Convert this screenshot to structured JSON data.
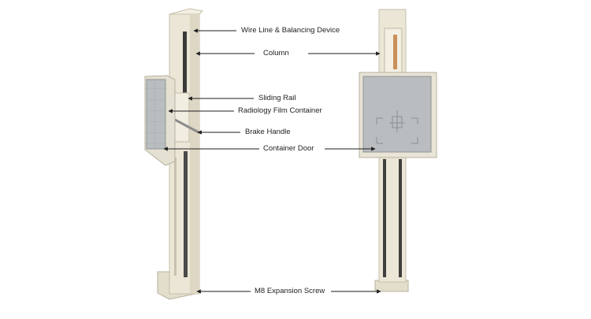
{
  "labels": {
    "wire_line": "Wire Line & Balancing Device",
    "column": "Column",
    "sliding_rail": "Sliding Rail",
    "film_container": "Radiology Film Container",
    "brake_handle": "Brake Handle",
    "container_door": "Container Door",
    "expansion_screw": "M8 Expansion Screw"
  },
  "colors": {
    "stand_body": "#ebe6d6",
    "stand_shadow": "#cfc9b6",
    "rail_dark": "#3a3a3a",
    "panel_gray": "#b9bdbf",
    "line": "#1e1e1e"
  }
}
